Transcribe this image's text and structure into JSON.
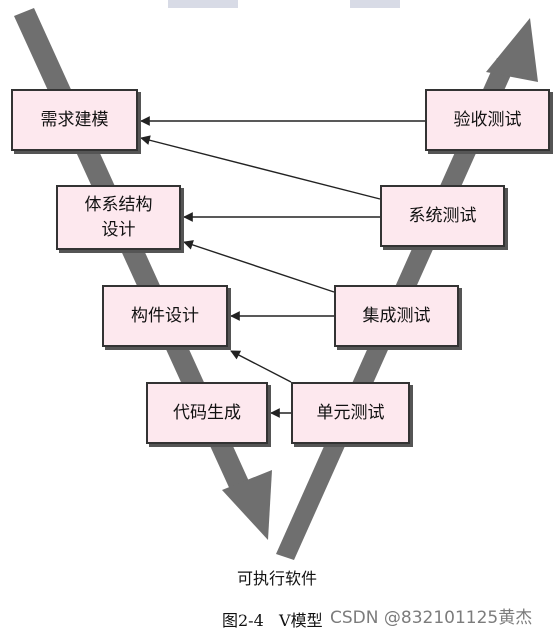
{
  "left_boxes": [
    {
      "text": "需求建模"
    },
    {
      "text": "体系结构",
      "text2": "设计"
    },
    {
      "text": "构件设计"
    },
    {
      "text": "代码生成"
    }
  ],
  "right_boxes": [
    {
      "text": "验收测试"
    },
    {
      "text": "系统测试"
    },
    {
      "text": "集成测试"
    },
    {
      "text": "单元测试"
    }
  ],
  "bottom_label": "可执行软件",
  "caption": "图2-4   V模型",
  "watermark": "CSDN @832101125黄杰",
  "colors": {
    "box_fill": "#fde8ee",
    "box_border": "#333333",
    "arrow_gray": "#6f6f6f",
    "connector": "#222222"
  }
}
